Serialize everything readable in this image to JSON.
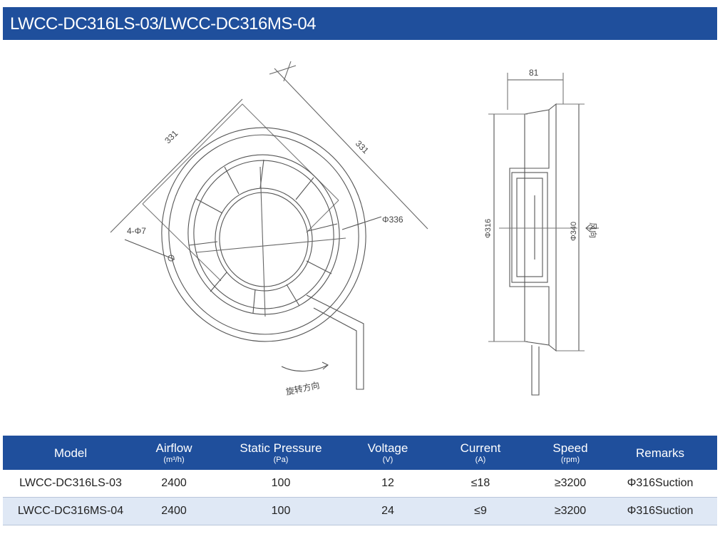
{
  "header": {
    "title": "LWCC-DC316LS-03/LWCC-DC316MS-04"
  },
  "drawing": {
    "front": {
      "dim_side_a": "331",
      "dim_side_b": "331",
      "dim_diameter": "Φ336",
      "holes": "4-Φ7",
      "rotation_label": "旋转方向"
    },
    "side": {
      "dim_depth": "81",
      "dim_inner": "Φ316",
      "dim_outer": "Φ340",
      "airflow_label": "风向"
    }
  },
  "table": {
    "columns": [
      {
        "name": "Model",
        "unit": ""
      },
      {
        "name": "Airflow",
        "unit": "(m³/h)"
      },
      {
        "name": "Static Pressure",
        "unit": "(Pa)"
      },
      {
        "name": "Voltage",
        "unit": "(V)"
      },
      {
        "name": "Current",
        "unit": "(A)"
      },
      {
        "name": "Speed",
        "unit": "(rpm)"
      },
      {
        "name": "Remarks",
        "unit": ""
      }
    ],
    "rows": [
      [
        "LWCC-DC316LS-03",
        "2400",
        "100",
        "12",
        "≤18",
        "≥3200",
        "Φ316Suction"
      ],
      [
        "LWCC-DC316MS-04",
        "2400",
        "100",
        "24",
        "≤9",
        "≥3200",
        "Φ316Suction"
      ]
    ]
  },
  "colors": {
    "header_bg": "#1f4f9c",
    "row_alt_bg": "#dfe8f5",
    "line": "#555555"
  }
}
